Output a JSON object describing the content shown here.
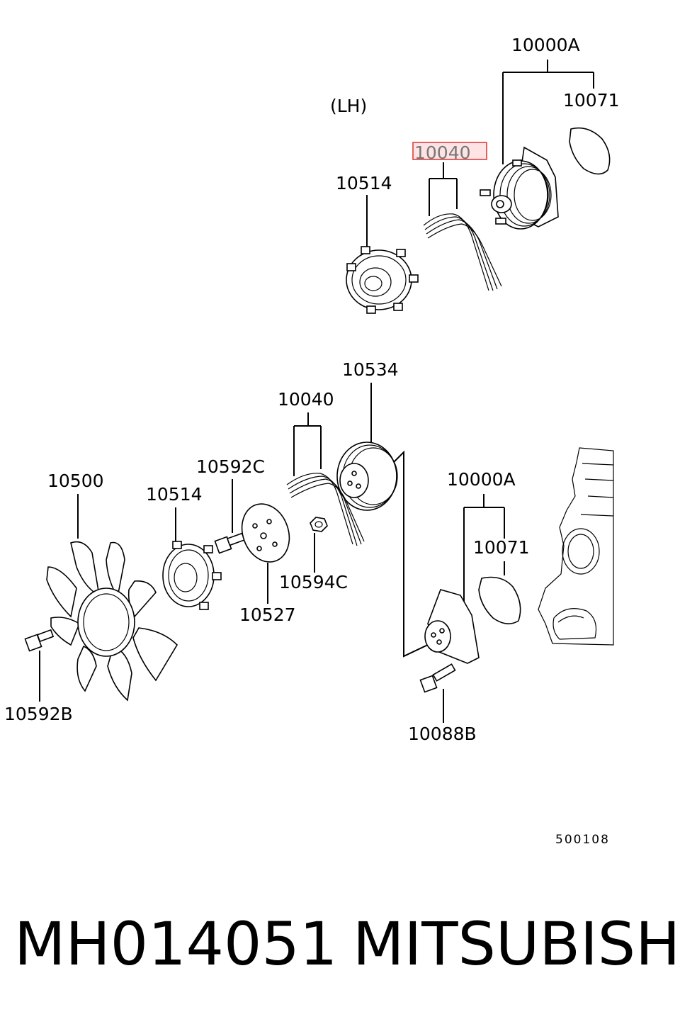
{
  "labels": {
    "upper_side": "(LH)",
    "upper_pump_assy": "10000A",
    "upper_gasket": "10071",
    "upper_belt_highlighted": "10040",
    "upper_clutch": "10514",
    "lower_pulley": "10534",
    "lower_belt": "10040",
    "lower_bolt_c": "10592C",
    "lower_fan": "10500",
    "lower_clutch": "10514",
    "lower_pump_assy": "10000A",
    "lower_gasket": "10071",
    "lower_nut": "10594C",
    "lower_spacer": "10527",
    "lower_bolt_b": "10592B",
    "lower_bolt_88b": "10088B",
    "diagram_code": "500108"
  },
  "footer": {
    "part_number": "MH014051",
    "brand": "MITSUBISHI"
  },
  "colors": {
    "highlight_border": "#e03030",
    "highlight_fill": "#fde3e3",
    "line": "#000000"
  }
}
